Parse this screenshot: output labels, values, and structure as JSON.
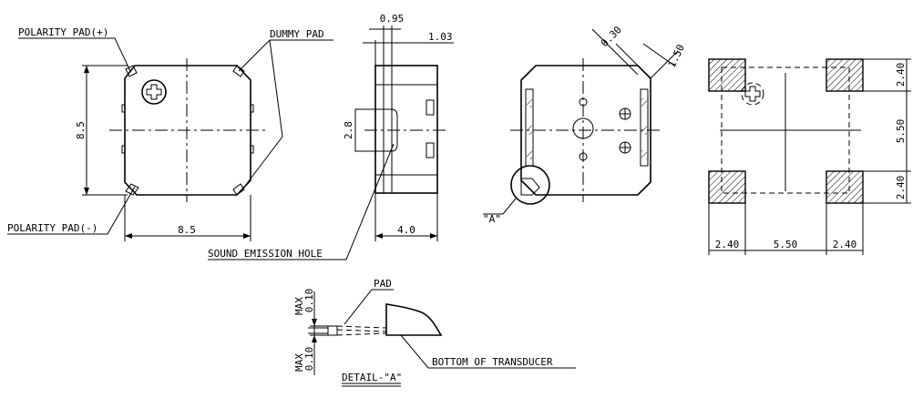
{
  "labels": {
    "polarity_pad_pos": "POLARITY PAD(+)",
    "polarity_pad_neg": "POLARITY PAD(-)",
    "dummy_pad": "DUMMY PAD",
    "sound_emission_hole": "SOUND EMISSION HOLE",
    "detail_a_ref": "\"A\"",
    "pad": "PAD",
    "bottom_of_transducer": "BOTTOM OF TRANSDUCER",
    "detail_a_title": "DETAIL-\"A\""
  },
  "dimensions": {
    "top_height": "8.5",
    "top_width": "8.5",
    "side_095": "0.95",
    "side_103": "1.03",
    "side_28": "2.8",
    "side_40": "4.0",
    "bottom_030": "0.30",
    "bottom_150": "1.50",
    "pcb_right_240a": "2.40",
    "pcb_right_550": "5.50",
    "pcb_right_240b": "2.40",
    "pcb_bottom_240a": "2.40",
    "pcb_bottom_550": "5.50",
    "pcb_bottom_240b": "2.40",
    "detail_max_top": "MAX",
    "detail_val_top": "0.10",
    "detail_max_bot": "MAX",
    "detail_val_bot": "0.10"
  }
}
